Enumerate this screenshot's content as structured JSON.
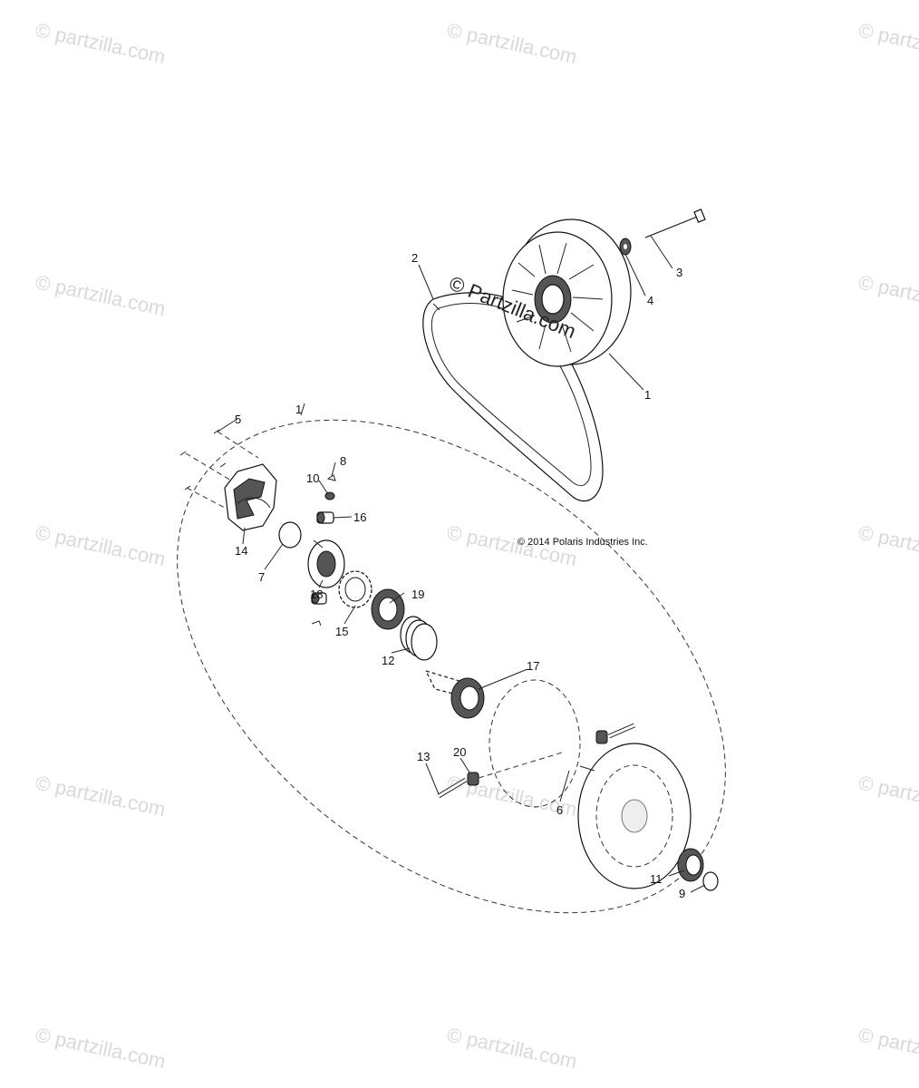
{
  "watermark": "© partzilla.com",
  "center_watermark": "© Partzilla.com",
  "copyright": "© 2014 Polaris Industries Inc.",
  "callouts": {
    "c1_top": "1",
    "c1_bottom": "1",
    "c2": "2",
    "c3": "3",
    "c4": "4",
    "c5": "5",
    "c6": "6",
    "c7": "7",
    "c8": "8",
    "c9": "9",
    "c10": "10",
    "c11": "11",
    "c12": "12",
    "c13": "13",
    "c14": "14",
    "c15": "15",
    "c16": "16",
    "c17": "17",
    "c18": "18",
    "c19": "19",
    "c20": "20"
  },
  "icons": [
    "pulley-icon",
    "belt-icon",
    "bolt-icon",
    "washer-icon",
    "bearing-icon",
    "spider-icon"
  ]
}
